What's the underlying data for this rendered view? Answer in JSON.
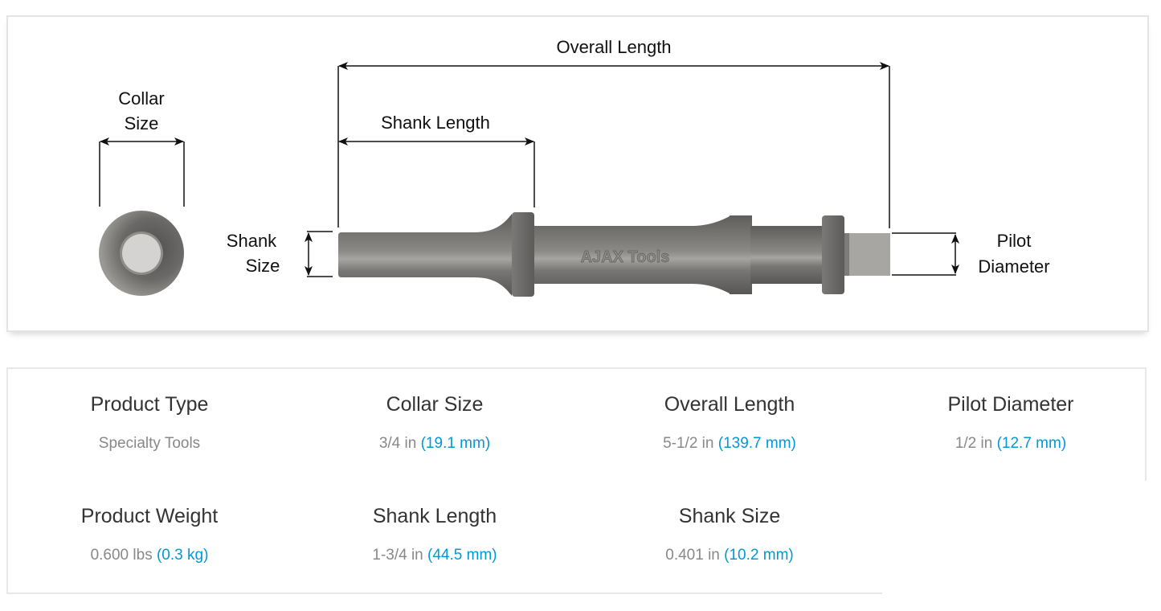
{
  "diagram": {
    "labels": {
      "collar_size_line1": "Collar",
      "collar_size_line2": "Size",
      "overall_length": "Overall Length",
      "shank_length": "Shank Length",
      "shank_size_line1": "Shank",
      "shank_size_line2": "Size",
      "pilot_diameter_line1": "Pilot",
      "pilot_diameter_line2": "Diameter",
      "brand_mark": "AJAX Tools"
    },
    "colors": {
      "tool_body": "#6e6d6b",
      "tool_highlight": "#a9a8a5",
      "pilot": "#a8a6a2",
      "lines": "#111111"
    }
  },
  "specs": [
    {
      "label": "Product Type",
      "value": "Specialty Tools",
      "metric": ""
    },
    {
      "label": "Collar Size",
      "value": "3/4 in",
      "metric": "(19.1 mm)"
    },
    {
      "label": "Overall Length",
      "value": "5-1/2 in",
      "metric": "(139.7 mm)"
    },
    {
      "label": "Pilot Diameter",
      "value": "1/2 in",
      "metric": "(12.7 mm)"
    },
    {
      "label": "Product Weight",
      "value": "0.600 lbs",
      "metric": "(0.3 kg)"
    },
    {
      "label": "Shank Length",
      "value": "1-3/4 in",
      "metric": "(44.5 mm)"
    },
    {
      "label": "Shank Size",
      "value": "0.401 in",
      "metric": "(10.2 mm)"
    }
  ],
  "theme": {
    "heading_color": "#333333",
    "value_color": "#888888",
    "metric_color": "#0099d6",
    "border_color": "#e4e4e4"
  }
}
